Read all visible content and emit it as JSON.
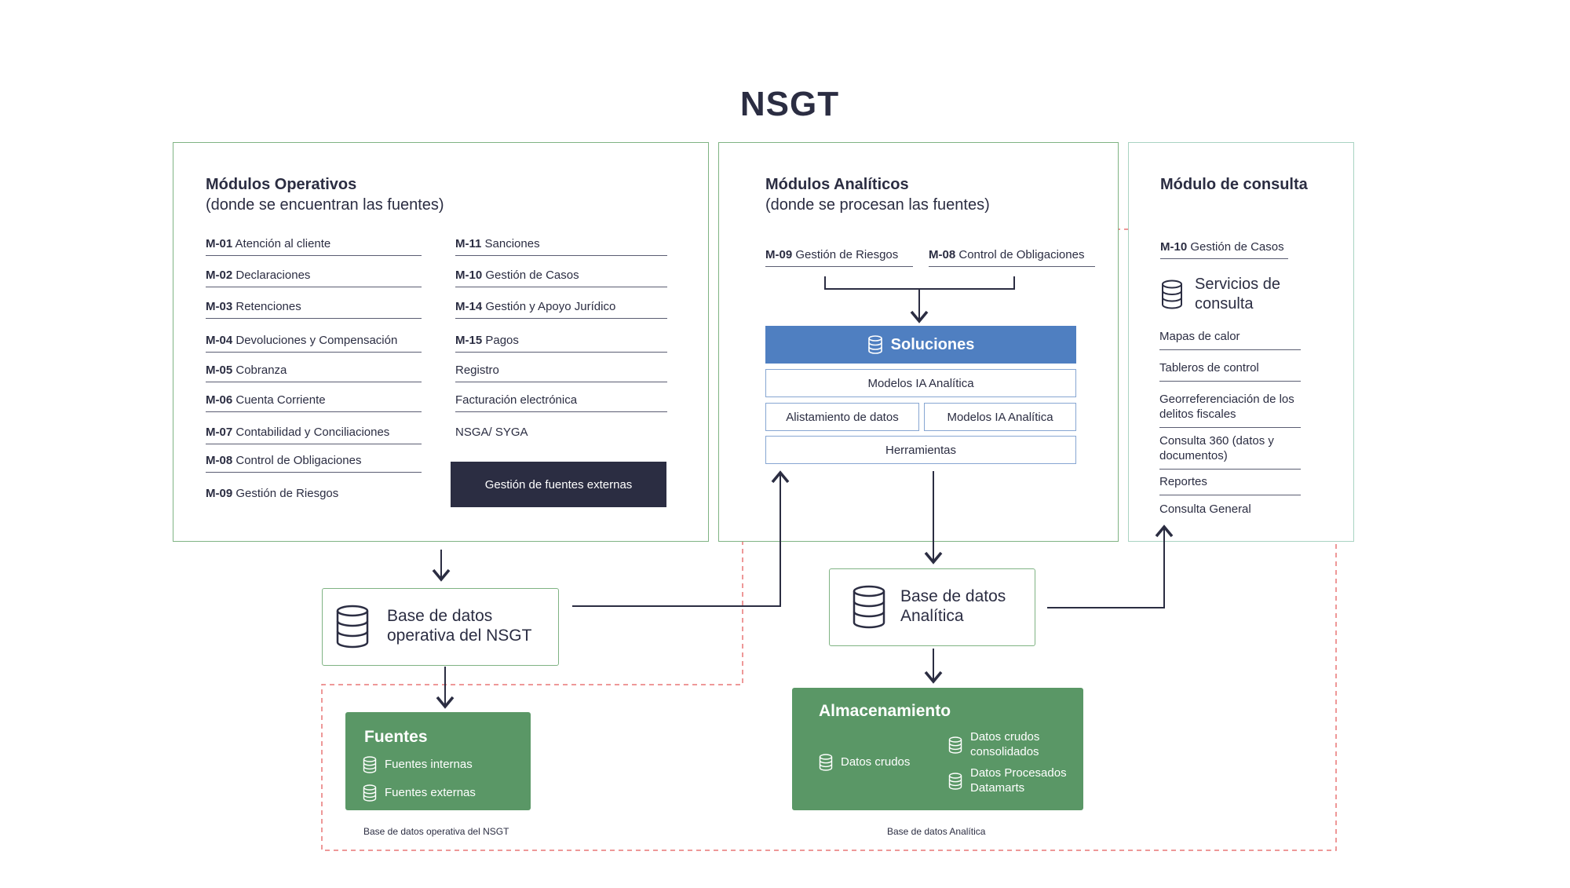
{
  "title": "NSGT",
  "operativos": {
    "title": "Módulos Operativos",
    "subtitle": "(donde se encuentran las fuentes)",
    "col1": [
      {
        "code": "M-01",
        "name": "Atención al cliente"
      },
      {
        "code": "M-02",
        "name": "Declaraciones"
      },
      {
        "code": "M-03",
        "name": "Retenciones"
      },
      {
        "code": "M-04",
        "name": "Devoluciones y Compensación"
      },
      {
        "code": "M-05",
        "name": "Cobranza"
      },
      {
        "code": "M-06",
        "name": "Cuenta Corriente"
      },
      {
        "code": "M-07",
        "name": "Contabilidad y Conciliaciones"
      },
      {
        "code": "M-08",
        "name": "Control de Obligaciones"
      },
      {
        "code": "M-09",
        "name": "Gestión de Riesgos"
      }
    ],
    "col2": [
      {
        "code": "M-11",
        "name": "Sanciones"
      },
      {
        "code": "M-10",
        "name": "Gestión de Casos"
      },
      {
        "code": "M-14",
        "name": "Gestión y Apoyo Jurídico"
      },
      {
        "code": "M-15",
        "name": "Pagos"
      },
      {
        "code": "",
        "name": "Registro"
      },
      {
        "code": "",
        "name": "Facturación electrónica"
      },
      {
        "code": "",
        "name": "NSGA/ SYGA"
      }
    ],
    "external_button": "Gestión de fuentes externas"
  },
  "analiticos": {
    "title": "Módulos Analíticos",
    "subtitle": "(donde se procesan las fuentes)",
    "mods": [
      {
        "code": "M-09",
        "name": "Gestión de Riesgos"
      },
      {
        "code": "M-08",
        "name": "Control de Obligaciones"
      }
    ],
    "soluciones": "Soluciones",
    "modelos": "Modelos IA Analítica",
    "alistamiento": "Alistamiento de datos",
    "modelos2": "Modelos IA Analítica",
    "herramientas": "Herramientas"
  },
  "consulta": {
    "title": "Módulo de consulta",
    "mod": {
      "code": "M-10",
      "name": "Gestión de Casos"
    },
    "servicios": "Servicios de consulta",
    "items": [
      "Mapas de calor",
      "Tableros de control",
      "Georreferenciación de los delitos fiscales",
      "Consulta 360 (datos y documentos)",
      "Reportes",
      "Consulta General"
    ]
  },
  "db_operativa": "Base de datos operativa del NSGT",
  "db_analitica": "Base de datos Analítica",
  "fuentes": {
    "title": "Fuentes",
    "items": [
      "Fuentes internas",
      "Fuentes externas"
    ],
    "caption": "Base de datos operativa del NSGT"
  },
  "almacenamiento": {
    "title": "Almacenamiento",
    "crudos": "Datos crudos",
    "consolidados": "Datos crudos consolidados",
    "procesados": "Datos Procesados Datamarts",
    "caption": "Base de datos Analítica"
  },
  "colors": {
    "dark": "#2b2d42",
    "green_border": "#7fb383",
    "green_fill": "#5a9766",
    "blue": "#4f7fc1",
    "dashed_red": "#e87676"
  }
}
